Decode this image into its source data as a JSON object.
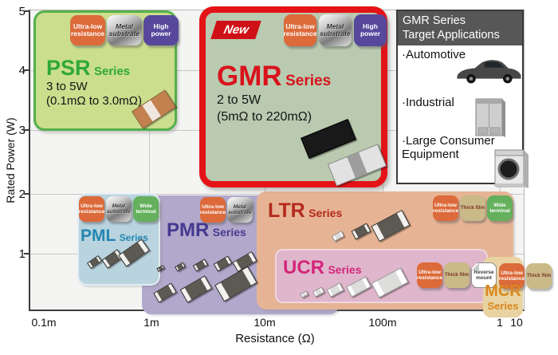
{
  "axes": {
    "y_label": "Rated Power (W)",
    "x_label": "Resistance (Ω)",
    "y_ticks": [
      "5",
      "4",
      "3",
      "2",
      "1"
    ],
    "x_ticks": [
      "0.1m",
      "1m",
      "10m",
      "100m",
      "1",
      "10"
    ]
  },
  "series_suffix": "Series",
  "boxes": {
    "psr": {
      "name": "PSR",
      "power": "3 to 5W",
      "range": "(0.1mΩ to 3.0mΩ)",
      "badges": [
        "Ultra-low resistance",
        "Metal substrate",
        "High power"
      ],
      "colors": {
        "bg": "#cade8e",
        "border": "#54b04a",
        "title": "#2fa83a"
      }
    },
    "gmr": {
      "new_label": "New",
      "name": "GMR",
      "power": "2 to 5W",
      "range": "(5mΩ to 220mΩ)",
      "badges": [
        "Ultra-low resistance",
        "Metal substrate",
        "High power"
      ],
      "colors": {
        "bg": "#b9cab0",
        "border": "#e41317",
        "title": "#d8131b"
      }
    },
    "pml": {
      "name": "PML",
      "badges": [
        "Ultra-low resistance",
        "Metal substrate",
        "Wide terminal"
      ],
      "colors": {
        "bg": "#b9d3df",
        "title": "#2387b0"
      }
    },
    "pmr": {
      "name": "PMR",
      "badges": [
        "Ultra-low resistance",
        "Metal substrate"
      ],
      "colors": {
        "bg": "#b1a8cb",
        "title": "#453a90"
      }
    },
    "ltr": {
      "name": "LTR",
      "badges": [
        "Ultra-low resistance",
        "Thick film",
        "Wide terminal"
      ],
      "colors": {
        "bg": "#e6b495",
        "title": "#b4281b"
      }
    },
    "ucr": {
      "name": "UCR",
      "badges": [
        "Ultra-low resistance",
        "Thick film",
        "Reverse mount"
      ],
      "colors": {
        "bg": "#dfb6cb",
        "title": "#d4267c"
      }
    },
    "mcr": {
      "name": "MCR",
      "badges": [
        "Ultra-low resistance",
        "Thick film"
      ],
      "colors": {
        "bg": "#e9d3a2",
        "title": "#d8881f"
      }
    }
  },
  "target_panel": {
    "title_line1": "GMR Series",
    "title_line2": "Target Applications",
    "items": [
      "·Automotive",
      "·Industrial",
      "·Large Consumer Equipment"
    ]
  },
  "chart_data": {
    "type": "area",
    "title": "",
    "xlabel": "Resistance (Ω)",
    "ylabel": "Rated Power (W)",
    "x_scale": "log",
    "x_ticks": [
      "0.1m",
      "1m",
      "10m",
      "100m",
      "1",
      "10"
    ],
    "y_ticks": [
      1,
      2,
      3,
      4,
      5
    ],
    "ylim": [
      0,
      5
    ],
    "grid": true,
    "legend_position": "none",
    "series": [
      {
        "name": "PSR Series",
        "is_new": false,
        "rated_power_w": "3 to 5W",
        "resistance_range": "0.1mΩ to 3.0mΩ",
        "features": [
          "Ultra-low resistance",
          "Metal substrate",
          "High power"
        ]
      },
      {
        "name": "GMR Series",
        "is_new": true,
        "rated_power_w": "2 to 5W",
        "resistance_range": "5mΩ to 220mΩ",
        "features": [
          "Ultra-low resistance",
          "Metal substrate",
          "High power"
        ]
      },
      {
        "name": "PML Series",
        "is_new": false,
        "rated_power_w": "≈0.5 to 2W (est.)",
        "resistance_range": "≈0.2mΩ to 1.2mΩ (est.)",
        "features": [
          "Ultra-low resistance",
          "Metal substrate",
          "Wide terminal"
        ]
      },
      {
        "name": "PMR Series",
        "is_new": false,
        "rated_power_w": "≈0 to 2W (est.)",
        "resistance_range": "≈0.8mΩ to 40mΩ (est.)",
        "features": [
          "Ultra-low resistance",
          "Metal substrate"
        ]
      },
      {
        "name": "LTR Series",
        "is_new": false,
        "rated_power_w": "≈0 to 2W (est.)",
        "resistance_range": "≈8mΩ to 1Ω (est.)",
        "features": [
          "Ultra-low resistance",
          "Thick film",
          "Wide terminal"
        ]
      },
      {
        "name": "UCR Series",
        "is_new": false,
        "rated_power_w": "≈0.1 to 1.1W (est.)",
        "resistance_range": "≈10mΩ to 0.8Ω (est.)",
        "features": [
          "Ultra-low resistance",
          "Thick film",
          "Reverse mount"
        ]
      },
      {
        "name": "MCR Series",
        "is_new": false,
        "rated_power_w": "≈0 to 1W (est.)",
        "resistance_range": "≈0.8Ω to 10Ω (est.)",
        "features": [
          "Ultra-low resistance",
          "Thick film"
        ]
      }
    ]
  }
}
